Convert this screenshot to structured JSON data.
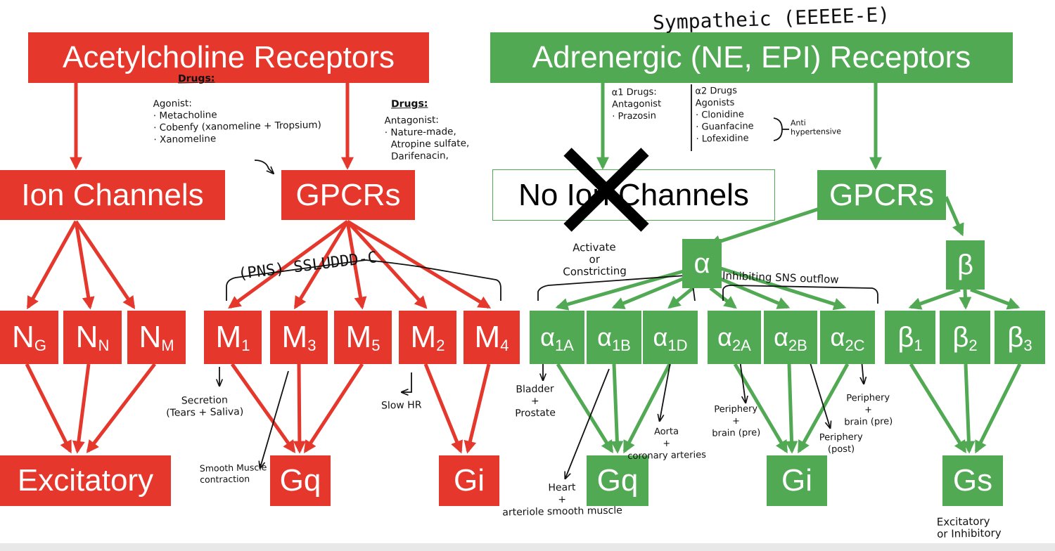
{
  "colors": {
    "ach": "#e5372c",
    "adr": "#52a954",
    "ink": "#111111"
  },
  "header": {
    "sympathetic": "Sympatheic (EEEEE-E)"
  },
  "ach": {
    "title": "Acetylcholine Receptors",
    "ion": "Ion Channels",
    "gpcr": "GPCRs",
    "ng": {
      "main": "N",
      "sub": "G"
    },
    "nn": {
      "main": "N",
      "sub": "N"
    },
    "nm": {
      "main": "N",
      "sub": "M"
    },
    "m1": {
      "main": "M",
      "sub": "1"
    },
    "m3": {
      "main": "M",
      "sub": "3"
    },
    "m5": {
      "main": "M",
      "sub": "5"
    },
    "m2": {
      "main": "M",
      "sub": "2"
    },
    "m4": {
      "main": "M",
      "sub": "4"
    },
    "excitatory": "Excitatory",
    "gq": "Gq",
    "gi": "Gi"
  },
  "adr": {
    "title": "Adrenergic (NE, EPI) Receptors",
    "noion": "No Ion Channels",
    "gpcr": "GPCRs",
    "alpha": "α",
    "beta": "β",
    "a1a": {
      "main": "α",
      "sub": "1A"
    },
    "a1b": {
      "main": "α",
      "sub": "1B"
    },
    "a1d": {
      "main": "α",
      "sub": "1D"
    },
    "a2a": {
      "main": "α",
      "sub": "2A"
    },
    "a2b": {
      "main": "α",
      "sub": "2B"
    },
    "a2c": {
      "main": "α",
      "sub": "2C"
    },
    "b1": {
      "main": "β",
      "sub": "1"
    },
    "b2": {
      "main": "β",
      "sub": "2"
    },
    "b3": {
      "main": "β",
      "sub": "3"
    },
    "gq": "Gq",
    "gi": "Gi",
    "gs": "Gs"
  },
  "notes": {
    "drugs1": "Drugs:",
    "agonist": "Agonist:\n· Metacholine\n· Cobenfy (xanomeline + Tropsium)\n· Xanomeline",
    "drugs2": "Drugs:",
    "antagonist": "Antagonist:\n· Nature-made,\n  Atropine sulfate,\n  Darifenacin,",
    "a1drugs": "α1 Drugs:\nAntagonist\n· Prazosin",
    "a2drugs": "α2 Drugs\nAgonists\n· Clonidine\n· Guanfacine\n· Lofexidine",
    "antihyper": "Anti\nhypertensive",
    "pns": "(PNS) SSLUDDD-C",
    "activate": "Activate\nor\nConstricting",
    "inhibiting": "Inhibiting SNS outflow",
    "secretion": "Secretion\n(Tears + Saliva)",
    "smooth": "Smooth Muscle\ncontraction",
    "slowhr": "Slow HR",
    "bladder": "Bladder\n+\nProstate",
    "heart": "Heart\n+\narteriole smooth muscle",
    "aorta": "Aorta\n+\ncoronary arteries",
    "periph_pre": "Periphery\n+\nbrain (pre)",
    "periph_post": "Periphery\n(post)",
    "periph_brain": "Periphery\n+\nbrain (pre)",
    "excit_inhib": "Excitatory\nor Inhibitory"
  }
}
